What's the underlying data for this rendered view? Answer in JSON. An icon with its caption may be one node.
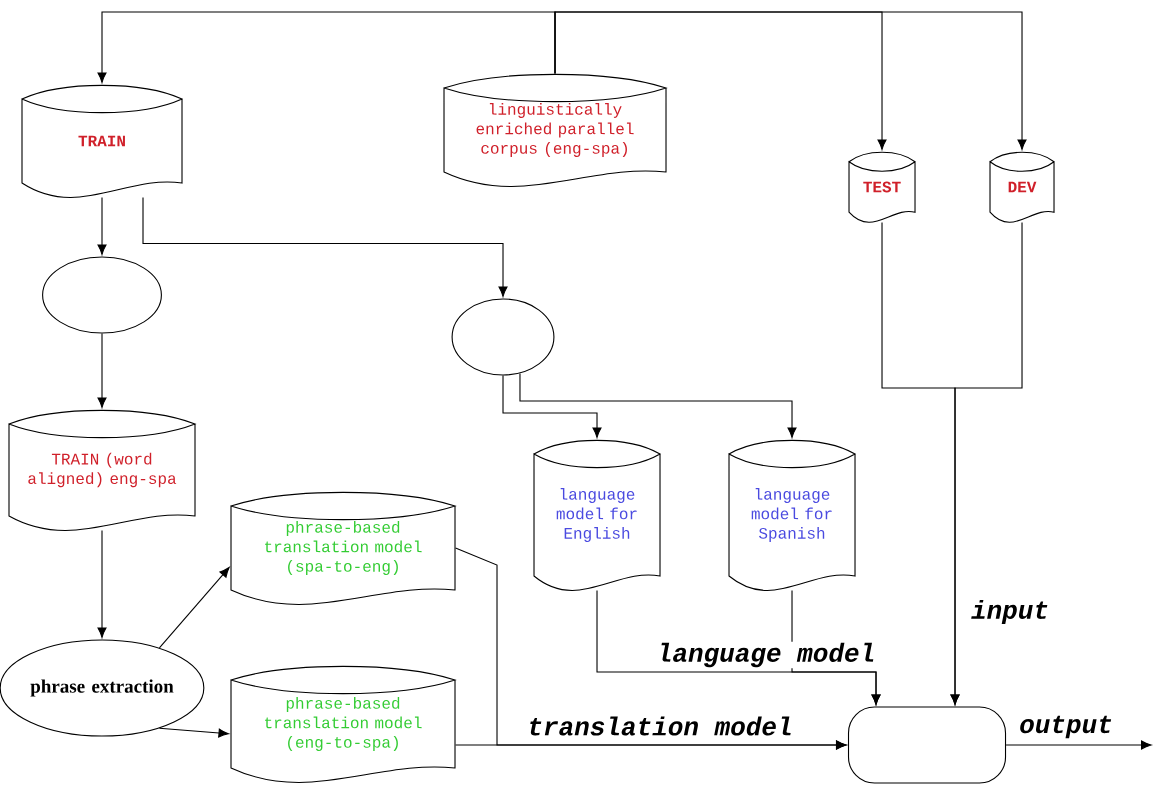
{
  "diagram": {
    "nodes": [
      {
        "text": [
          "linguistically enriched parallel corpus (eng-spa)"
        ]
      },
      {
        "text": [
          "TRAIN"
        ]
      },
      {
        "text": [
          "TEST"
        ]
      },
      {
        "text": [
          "DEV"
        ]
      },
      {
        "text": [],
        "shape": "ellipse"
      },
      {
        "text": [],
        "shape": "ellipse"
      },
      {
        "text": [
          "TRAIN (word aligned) eng-spa"
        ]
      },
      {
        "text": [
          "language model for English"
        ]
      },
      {
        "text": [
          "language model for Spanish"
        ]
      },
      {
        "text": [
          "phrase-based translation model (spa-to-eng)"
        ]
      },
      {
        "text": [
          "phrase extraction"
        ]
      },
      {
        "text": [
          "phrase-based translation model (eng-to-spa)"
        ]
      },
      {
        "text": [],
        "shape": "box"
      }
    ],
    "edges": [
      {
        "from": 0,
        "to": 1,
        "arrow": "to"
      },
      {
        "from": 0,
        "to": 2,
        "arrow": "to"
      },
      {
        "from": 0,
        "to": 3,
        "arrow": "to"
      },
      {
        "from": 1,
        "to": 4,
        "arrow": "to"
      },
      {
        "from": 1,
        "to": 5,
        "arrow": "to"
      },
      {
        "from": 4,
        "to": 6,
        "arrow": "to"
      },
      {
        "from": 6,
        "to": 10,
        "arrow": "to"
      },
      {
        "from": 10,
        "to": 9,
        "arrow": "to"
      },
      {
        "from": 10,
        "to": 11,
        "arrow": "to"
      },
      {
        "from": 5,
        "to": 7,
        "arrow": "to"
      },
      {
        "from": 5,
        "to": 8,
        "arrow": "to"
      },
      {
        "from": 9,
        "to": 12,
        "arrow": "to",
        "label": "translation model"
      },
      {
        "from": 11,
        "to": 12,
        "arrow": "to"
      },
      {
        "from": 7,
        "to": 12,
        "arrow": "to",
        "label": "language model"
      },
      {
        "from": 8,
        "to": 12,
        "arrow": "to"
      },
      {
        "from": 2,
        "to": 12,
        "arrow": "to",
        "label": "input"
      },
      {
        "from": 3,
        "to": 12,
        "arrow": "to"
      },
      {
        "from": 12,
        "to": null,
        "arrow": "to",
        "label": "output"
      }
    ]
  }
}
